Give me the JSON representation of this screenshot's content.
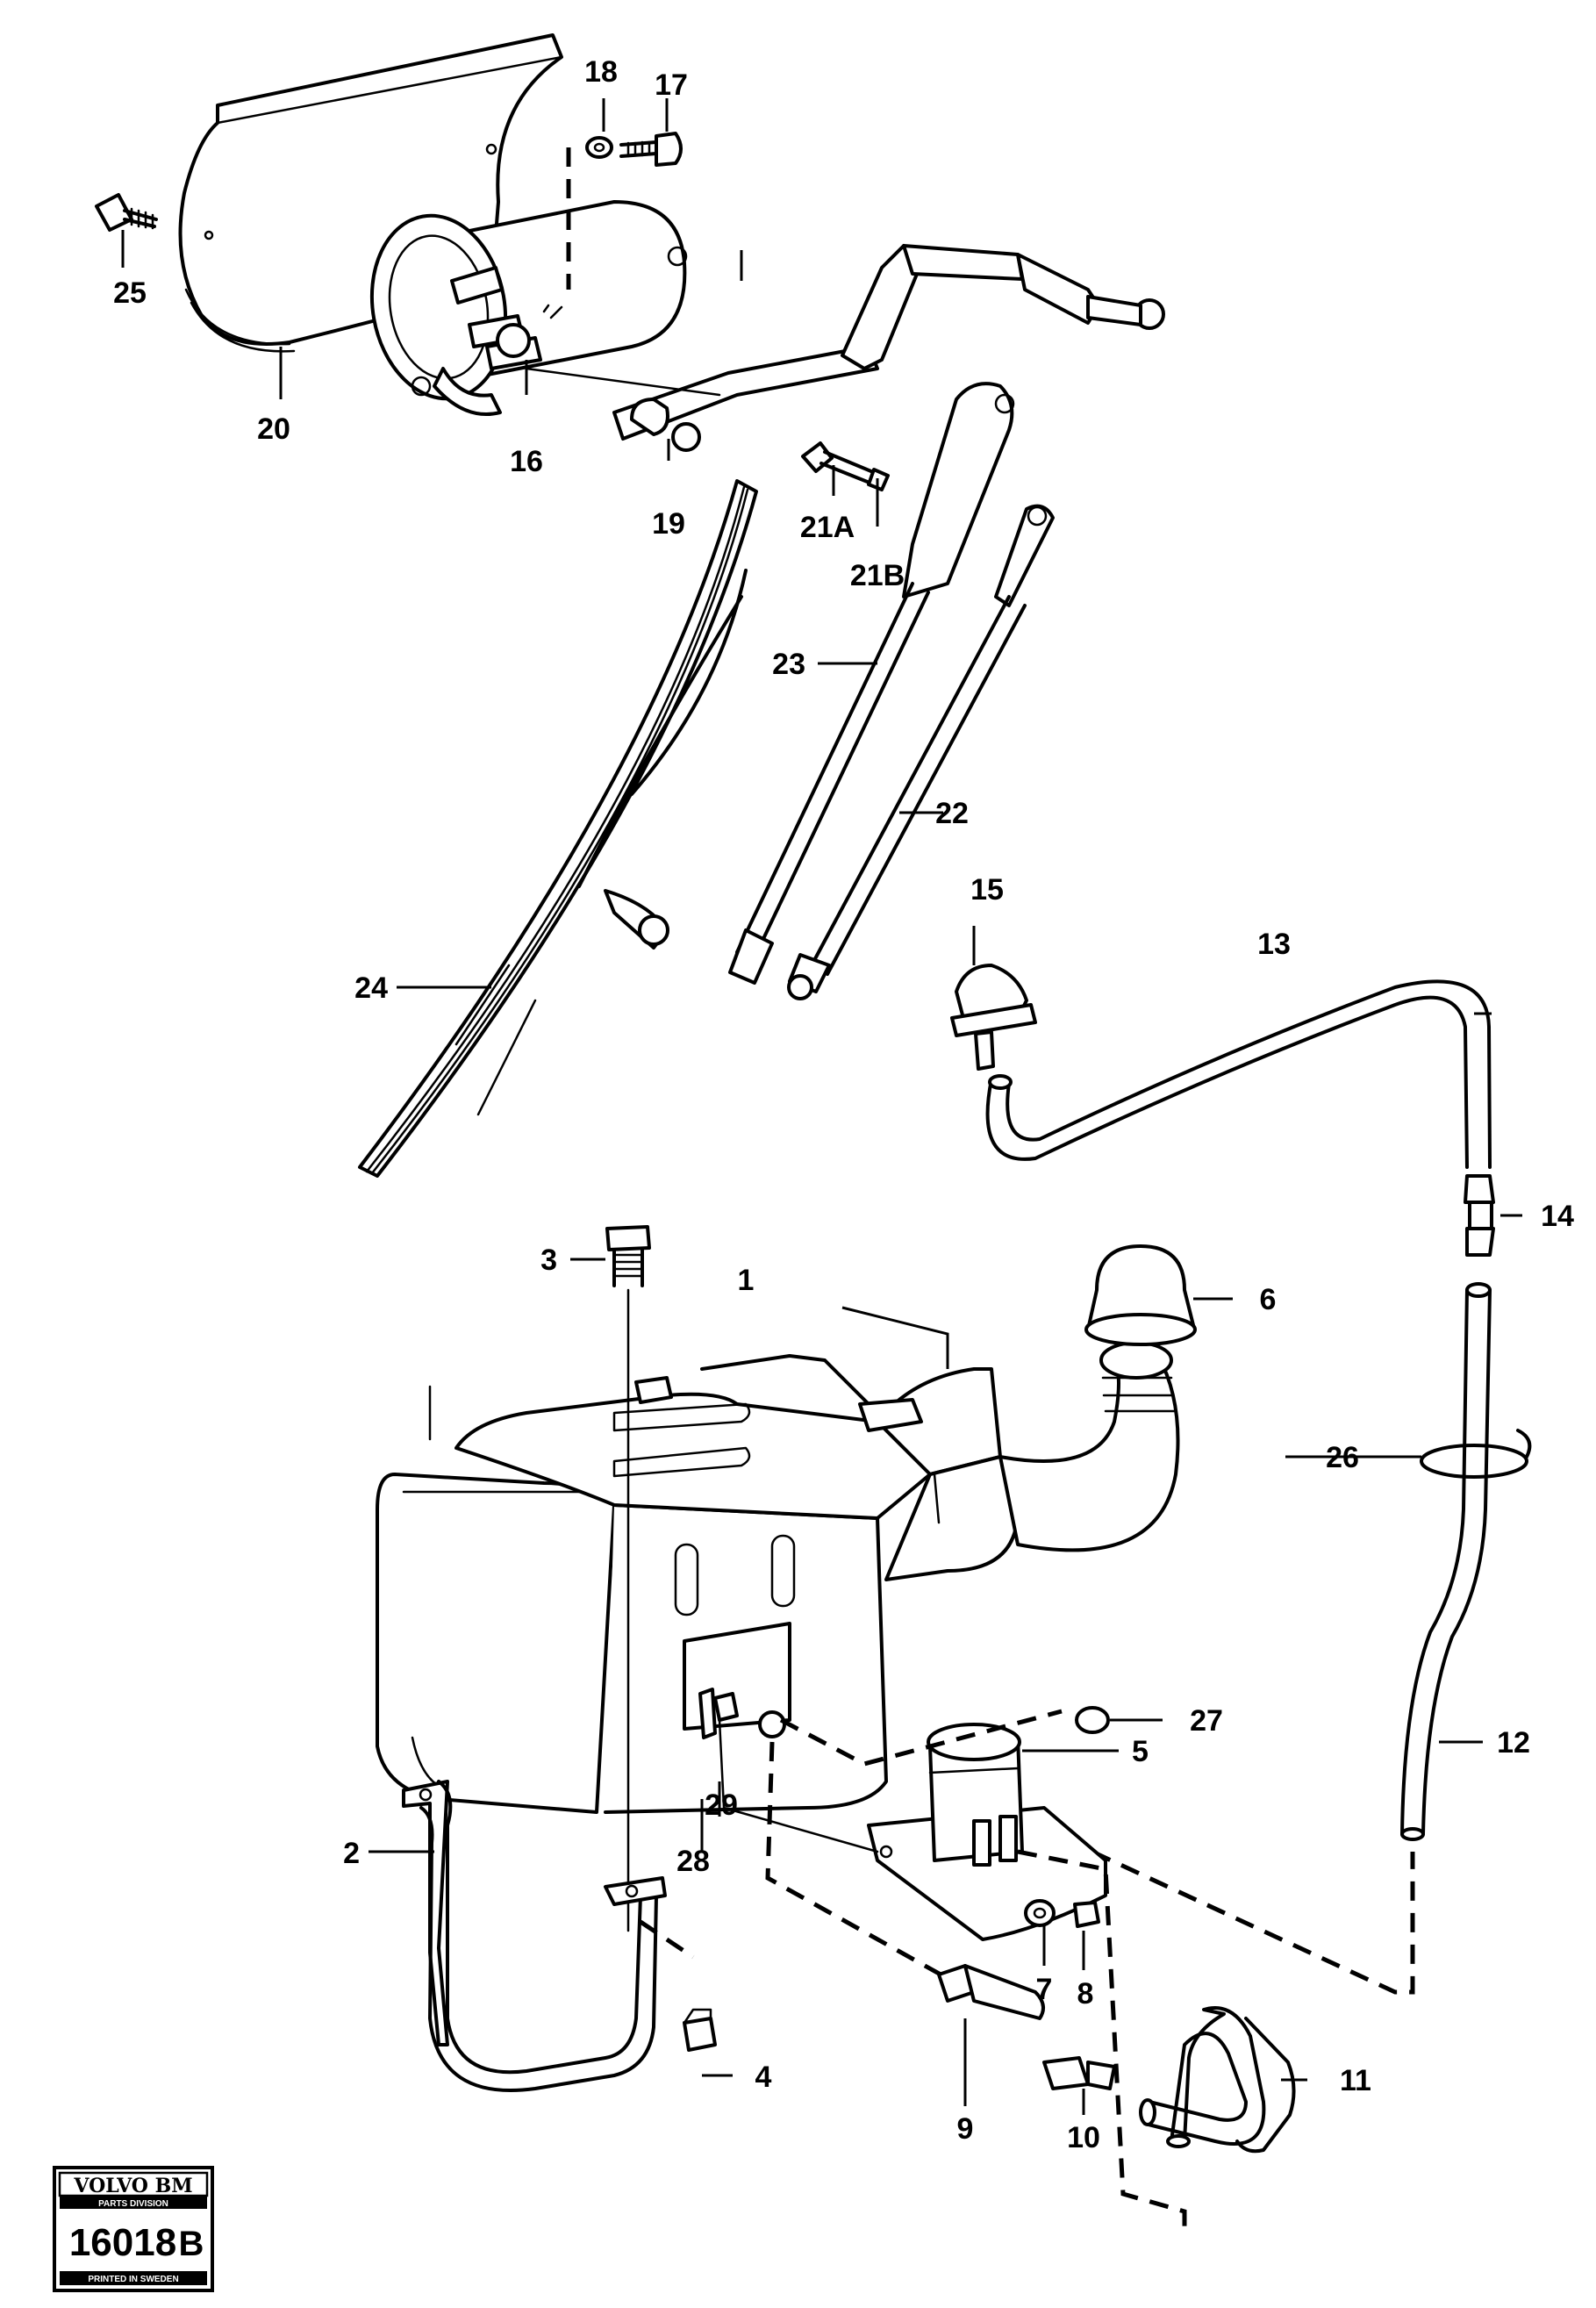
{
  "callouts": {
    "c1": "1",
    "c2": "2",
    "c3": "3",
    "c4": "4",
    "c5": "5",
    "c6": "6",
    "c7": "7",
    "c8": "8",
    "c9": "9",
    "c10": "10",
    "c11": "11",
    "c12": "12",
    "c13": "13",
    "c14": "14",
    "c15": "15",
    "c16": "16",
    "c17": "17",
    "c18": "18",
    "c19": "19",
    "c20": "20",
    "c21a": "21A",
    "c21b": "21B",
    "c22": "22",
    "c23": "23",
    "c24": "24",
    "c25": "25",
    "c26": "26",
    "c27": "27",
    "c28": "28",
    "c29": "29"
  },
  "stamp": {
    "brand": "VOLVO BM",
    "division": "PARTS DIVISION",
    "number": "16018",
    "suffix": "B",
    "printed": "PRINTED IN SWEDEN"
  }
}
